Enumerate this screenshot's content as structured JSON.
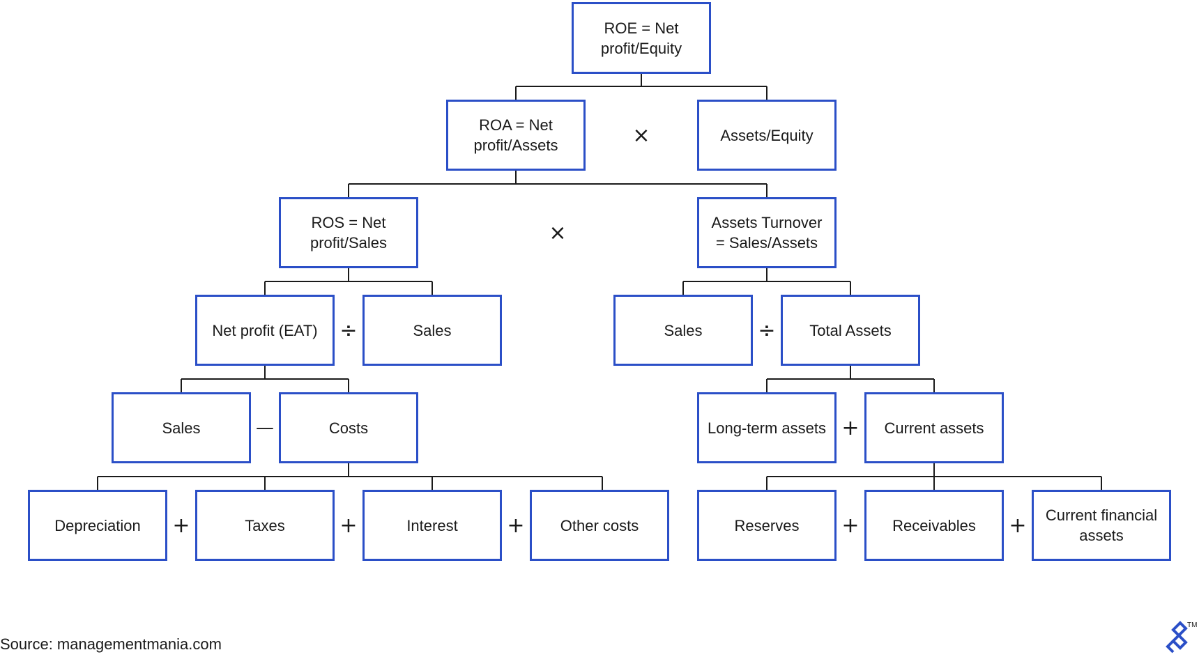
{
  "diagram": {
    "nodes": {
      "roe": "ROE = Net profit/Equity",
      "roa": "ROA = Net profit/Assets",
      "assets_equity": "Assets/Equity",
      "ros": "ROS = Net profit/Sales",
      "assets_turnover": "Assets Turnover = Sales/Assets",
      "net_profit": "Net profit (EAT)",
      "sales_a": "Sales",
      "sales_b": "Sales",
      "total_assets": "Total Assets",
      "sales_c": "Sales",
      "costs": "Costs",
      "long_term_assets": "Long-term assets",
      "current_assets": "Current assets",
      "depreciation": "Depreciation",
      "taxes": "Taxes",
      "interest": "Interest",
      "other_costs": "Other costs",
      "reserves": "Reserves",
      "receivables": "Receivables",
      "current_financial_assets": "Current financial assets"
    },
    "operators": {
      "multiply_1": "×",
      "multiply_2": "×",
      "divide_1": "÷",
      "divide_2": "÷",
      "minus_1": "—",
      "plus_1": "+",
      "plus_2": "+",
      "plus_3": "+",
      "plus_4": "+",
      "plus_5": "+",
      "plus_6": "+"
    }
  },
  "source": "Source: managementmania.com",
  "logo": {
    "icon": "toptal-logo-icon",
    "mark": "TM",
    "color": "#2b4fc7"
  },
  "colors": {
    "box_border": "#2b4fc7",
    "connector": "#1a1a1a",
    "text": "#1a1a1a"
  }
}
